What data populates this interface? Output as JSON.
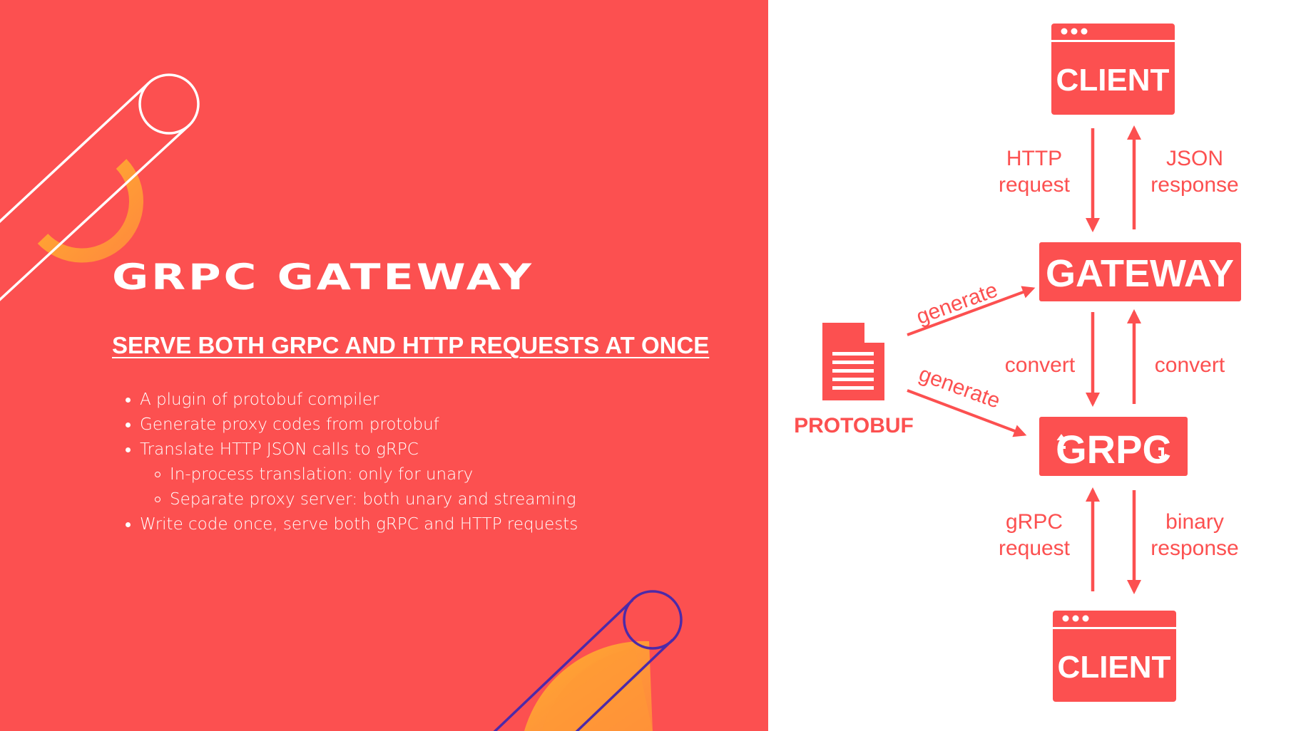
{
  "title": "GRPC GATEWAY",
  "subtitle": "SERVE BOTH GRPC AND HTTP REQUESTS AT ONCE",
  "bullets": [
    "A plugin of protobuf compiler",
    "Generate proxy codes from protobuf",
    "Translate HTTP JSON calls to gRPC",
    "In-process translation: only for unary",
    "Separate proxy server: both unary and streaming",
    "Write code once, serve both gRPC and HTTP requests"
  ],
  "colors": {
    "accent": "#fc5050",
    "background_right": "#ffffff",
    "deco_orange": "#ffa033",
    "deco_purple": "#4d2aa8"
  },
  "diagram": {
    "client_top": "CLIENT",
    "client_bottom": "CLIENT",
    "gateway": "GATEWAY",
    "grpc": "GRPC",
    "protobuf": "PROTOBUF",
    "http_request": [
      "HTTP",
      "request"
    ],
    "json_response": [
      "JSON",
      "response"
    ],
    "generate_top": "generate",
    "generate_bottom": "generate",
    "convert_left": "convert",
    "convert_right": "convert",
    "grpc_request": [
      "gRPC",
      "request"
    ],
    "binary_response": [
      "binary",
      "response"
    ],
    "icons": [
      "window-dots-icon",
      "document-icon",
      "refresh-arrows-icon"
    ]
  }
}
